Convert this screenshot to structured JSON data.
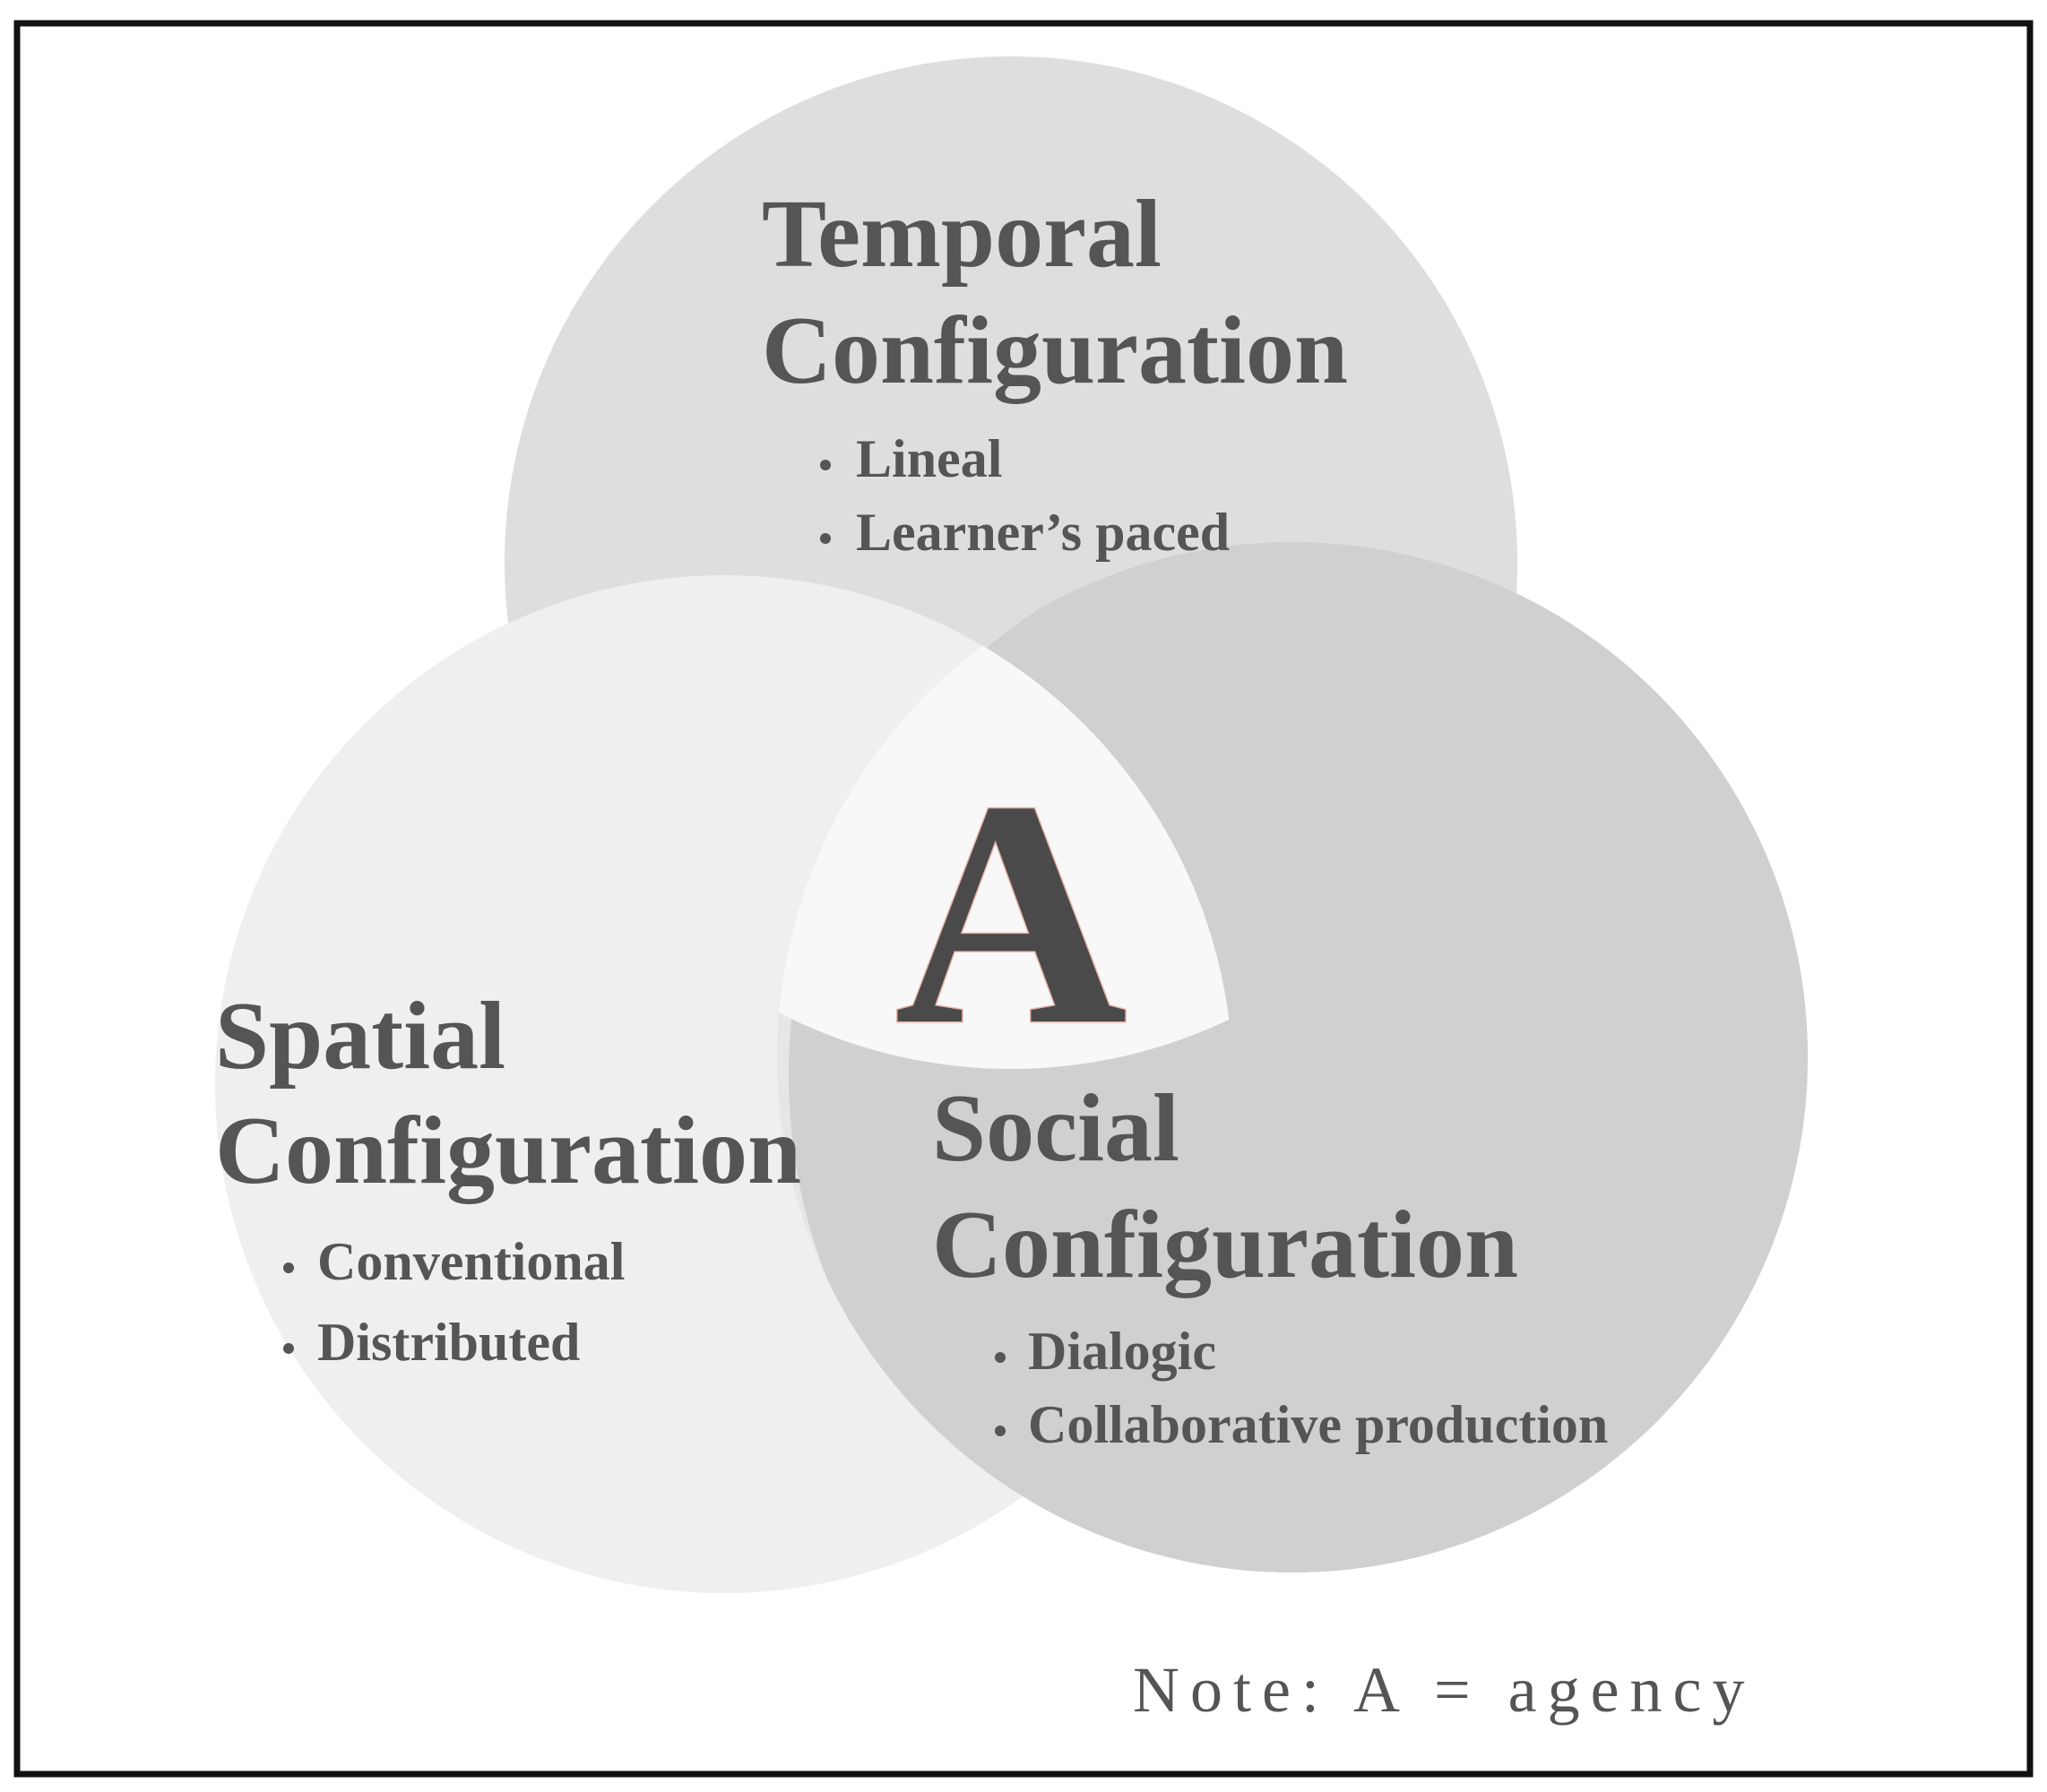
{
  "colors": {
    "frame": "#111111",
    "temporal_circle": "#dedede",
    "spatial_circle": "#efefef",
    "social_circle": "#d0d0d0",
    "temporal_spatial_overlap": "#c8c8c8",
    "social_back_overlap": "#acacac",
    "center_region": "#f8f8f8",
    "text": "#555555",
    "center_letter": "#4a4a4a"
  },
  "center_label": "A",
  "circles": {
    "temporal": {
      "title_line1": "Temporal",
      "title_line2": "Configuration",
      "items": [
        "Lineal",
        "Learner’s paced"
      ]
    },
    "spatial": {
      "title_line1": "Spatial",
      "title_line2": "Configuration",
      "items": [
        "Conventional",
        "Distributed"
      ]
    },
    "social": {
      "title_line1": "Social",
      "title_line2": "Configuration",
      "items": [
        "Dialogic",
        "Collaborative production"
      ]
    }
  },
  "note": "Note: A = agency"
}
